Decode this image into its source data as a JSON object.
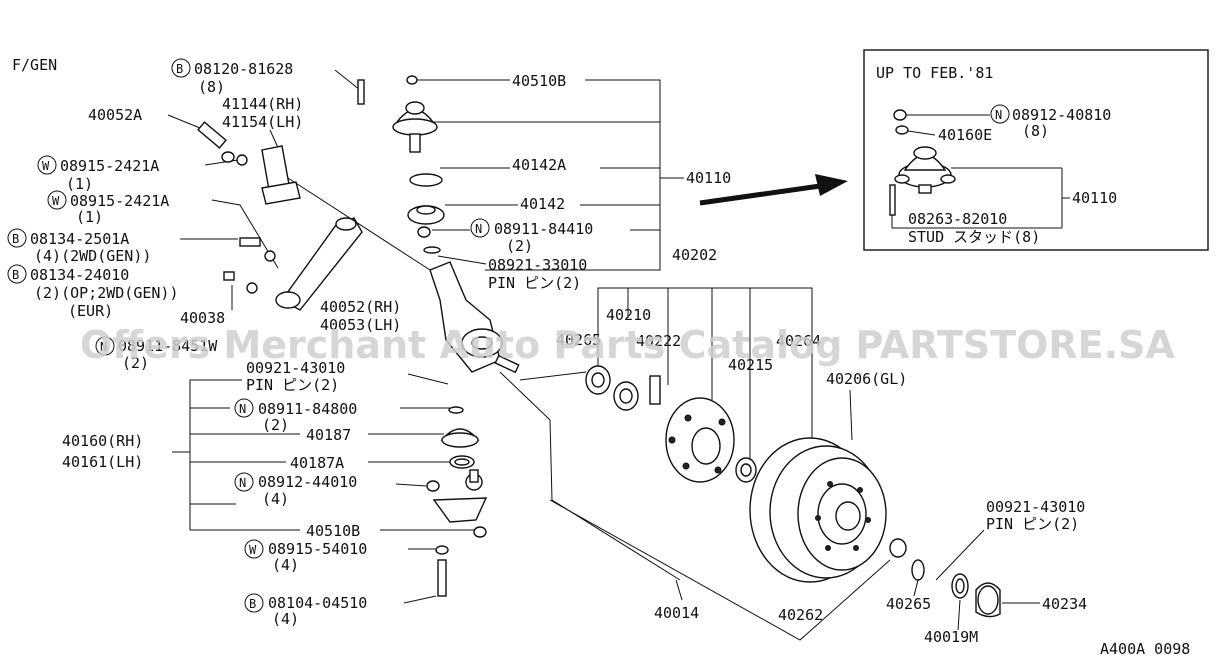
{
  "header": {
    "code": "F/GEN",
    "footer_code": "A400A 0098"
  },
  "inset": {
    "title": "UP TO FEB.'81",
    "nut": {
      "marker": "N",
      "number": "08912-40810",
      "qty": "(8)"
    },
    "washer": "40160E",
    "assembly": "40110",
    "stud": {
      "number": "08263-82010",
      "desc": "STUD スタッド(8)"
    }
  },
  "watermark": "Offers Merchant Auto Parts Catalog PARTSTORE.SA",
  "labels": {
    "bolt_08120": {
      "marker": "B",
      "number": "08120-81628",
      "qty": "(8)"
    },
    "p41144": "41144(RH)",
    "p41154": "41154(LH)",
    "p40052A": "40052A",
    "w1": {
      "marker": "W",
      "number": "08915-2421A",
      "qty": "(1)"
    },
    "w2": {
      "marker": "W",
      "number": "08915-2421A",
      "qty": "(1)"
    },
    "b1": {
      "marker": "B",
      "number": "08134-2501A",
      "qty": "(4)(2WD(GEN))"
    },
    "b2": {
      "marker": "B",
      "number": "08134-24010",
      "qty": "(2)(OP;2WD(GEN))",
      "note": "(EUR)"
    },
    "p40038": "40038",
    "n_left": {
      "marker": "N",
      "number": "08911-8451W",
      "qty": "(2)"
    },
    "p40052RH": "40052(RH)",
    "p40053LH": "40053(LH)",
    "p40510B_top": "40510B",
    "p40142A": "40142A",
    "p40142": "40142",
    "n1": {
      "marker": "N",
      "number": "08911-84410",
      "qty": "(2)"
    },
    "pin1": {
      "number": "08921-33010",
      "desc": "PIN ピン(2)"
    },
    "p40110": "40110",
    "p40202": "40202",
    "p40210": "40210",
    "p40222": "40222",
    "p40265_top": "40265",
    "p40215": "40215",
    "p40264": "40264",
    "p40206": "40206(GL)",
    "pin2": {
      "number": "00921-43010",
      "desc": "PIN ピン(2)"
    },
    "n2": {
      "marker": "N",
      "number": "08911-84800",
      "qty": "(2)"
    },
    "p40187": "40187",
    "p40187A": "40187A",
    "p40160": "40160(RH)",
    "p40161": "40161(LH)",
    "n3": {
      "marker": "N",
      "number": "08912-44010",
      "qty": "(4)"
    },
    "p40510B_bot": "40510B",
    "w3": {
      "marker": "W",
      "number": "08915-54010",
      "qty": "(4)"
    },
    "b3": {
      "marker": "B",
      "number": "08104-04510",
      "qty": "(4)"
    },
    "p40014": "40014",
    "p40262": "40262",
    "pin3": {
      "number": "00921-43010",
      "desc": "PIN ピン(2)"
    },
    "p40265": "40265",
    "p40234": "40234",
    "p40019M": "40019M"
  }
}
